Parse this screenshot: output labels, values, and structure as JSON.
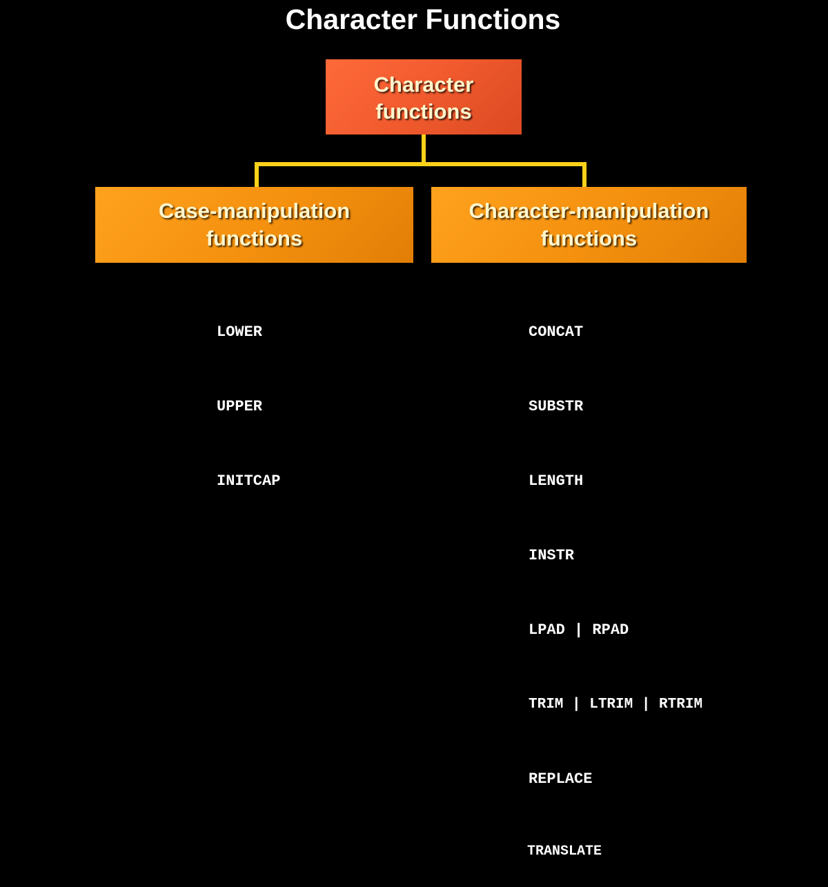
{
  "title": "Character Functions",
  "colors": {
    "background": "#000000",
    "root_box": "#f05a2d",
    "child_box": "#f4900e",
    "connector": "#ffd21a",
    "box_text": "#fff6cc",
    "list_text": "#ffffff"
  },
  "root": {
    "label": "Character\nfunctions"
  },
  "case_manipulation": {
    "label": "Case-manipulation\nfunctions",
    "functions": [
      "LOWER",
      "UPPER",
      "INITCAP"
    ]
  },
  "character_manipulation": {
    "label": "Character-manipulation\nfunctions",
    "functions": [
      "CONCAT",
      "SUBSTR",
      "LENGTH",
      "INSTR",
      "LPAD | RPAD",
      "TRIM | LTRIM | RTRIM",
      "REPLACE",
      "TRANSLATE"
    ]
  }
}
